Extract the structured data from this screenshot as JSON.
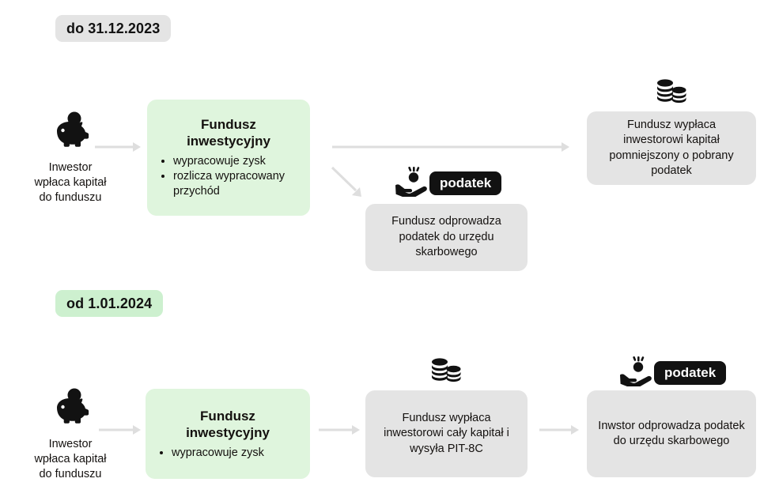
{
  "diagram": {
    "title_visible": false,
    "colors": {
      "green_box": "#dff5dd",
      "green_badge": "#cdf0cf",
      "gray_box": "#e4e4e4",
      "gray_badge": "#e4e4e4",
      "pill_bg": "#121212",
      "pill_text": "#ffffff",
      "arrow": "#dedede",
      "text": "#121212"
    },
    "sections": [
      {
        "id": "before-2024",
        "badge": "do 31.12.2023",
        "badge_style": "gray"
      },
      {
        "id": "from-2024",
        "badge": "od 1.01.2024",
        "badge_style": "green"
      }
    ]
  },
  "row1": {
    "investor": {
      "icon": "piggy-bank-icon",
      "line1": "Inwestor",
      "line2": "wpłaca kapitał",
      "line3": "do funduszu"
    },
    "fund": {
      "title_line1": "Fundusz",
      "title_line2": "inwestycyjny",
      "bullets": [
        "wypracowuje zysk",
        "rozlicza wypracowany przychód"
      ]
    },
    "tax": {
      "icon": "hand-coin-tax-icon",
      "pill_label": "podatek",
      "text": "Fundusz odprowadza podatek do urzędu skarbowego"
    },
    "payout": {
      "icon": "coin-stacks-icon",
      "text": "Fundusz wypłaca inwestorowi kapitał pomniejszony o pobrany podatek"
    }
  },
  "row2": {
    "investor": {
      "icon": "piggy-bank-icon",
      "line1": "Inwestor",
      "line2": "wpłaca kapitał",
      "line3": "do funduszu"
    },
    "fund": {
      "title_line1": "Fundusz",
      "title_line2": "inwestycyjny",
      "bullets": [
        "wypracowuje zysk"
      ]
    },
    "payout": {
      "icon": "coin-stacks-icon",
      "text": "Fundusz wypłaca inwestorowi cały kapitał i wysyła PIT-8C"
    },
    "tax": {
      "icon": "hand-coin-tax-icon",
      "pill_label": "podatek",
      "text": "Inwstor odprowadza podatek do urzędu skarbowego"
    }
  }
}
